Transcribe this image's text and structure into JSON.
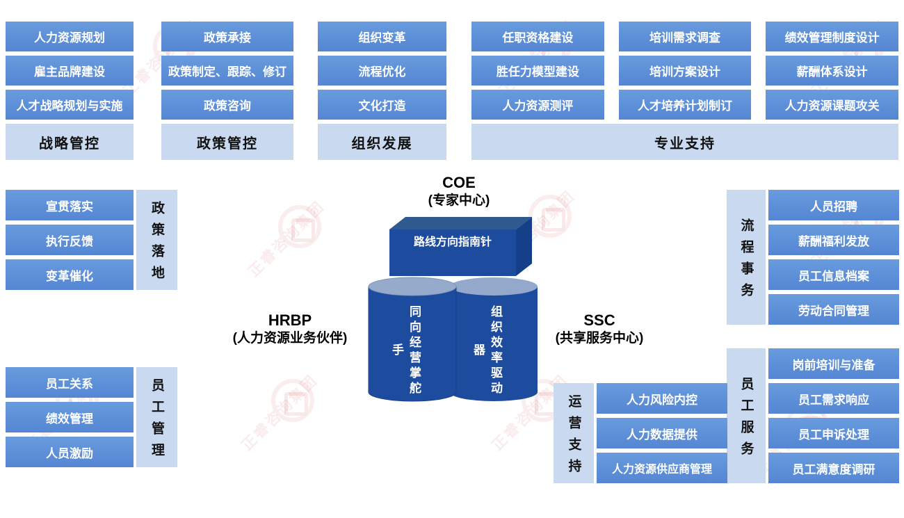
{
  "watermark": {
    "brand": "正睿咨询集团"
  },
  "top_groups": [
    {
      "label": "战略管控",
      "items": [
        "人力资源规划",
        "雇主品牌建设",
        "人才战略规划与实施"
      ]
    },
    {
      "label": "政策管控",
      "items": [
        "政策承接",
        "政策制定、跟踪、修订",
        "政策咨询"
      ]
    },
    {
      "label": "组织发展",
      "items": [
        "组织变革",
        "流程优化",
        "文化打造"
      ]
    },
    {
      "label": "专业支持",
      "columns": [
        [
          "任职资格建设",
          "胜任力模型建设",
          "人力资源测评"
        ],
        [
          "培训需求调查",
          "培训方案设计",
          "人才培养计划制订"
        ],
        [
          "绩效管理制度设计",
          "薪酬体系设计",
          "人力资源课题攻关"
        ]
      ]
    }
  ],
  "left_groups": [
    {
      "label": "政策落地",
      "items": [
        "宣贯落实",
        "执行反馈",
        "变革催化"
      ]
    },
    {
      "label": "员工管理",
      "items": [
        "员工关系",
        "绩效管理",
        "人员激励"
      ]
    }
  ],
  "right_groups": [
    {
      "label": "流程事务",
      "items": [
        "人员招聘",
        "薪酬福利发放",
        "员工信息档案",
        "劳动合同管理"
      ]
    },
    {
      "label": "员工服务",
      "items": [
        "岗前培训与准备",
        "员工需求响应",
        "员工申诉处理",
        "员工满意度调研"
      ]
    }
  ],
  "bottom_group": {
    "label": "运营支持",
    "items": [
      "人力风险内控",
      "人力数据提供",
      "人力资源供应商管理"
    ]
  },
  "center": {
    "coe_title": "COE",
    "coe_sub": "(专家中心)",
    "hrbp_title": "HRBP",
    "hrbp_sub": "(人力资源业务伙伴)",
    "ssc_title": "SSC",
    "ssc_sub": "(共享服务中心)",
    "box_label": "路线方向指南针",
    "cylinder_left": "同向经营掌舵手",
    "cylinder_right": "组织效率驱动器"
  }
}
